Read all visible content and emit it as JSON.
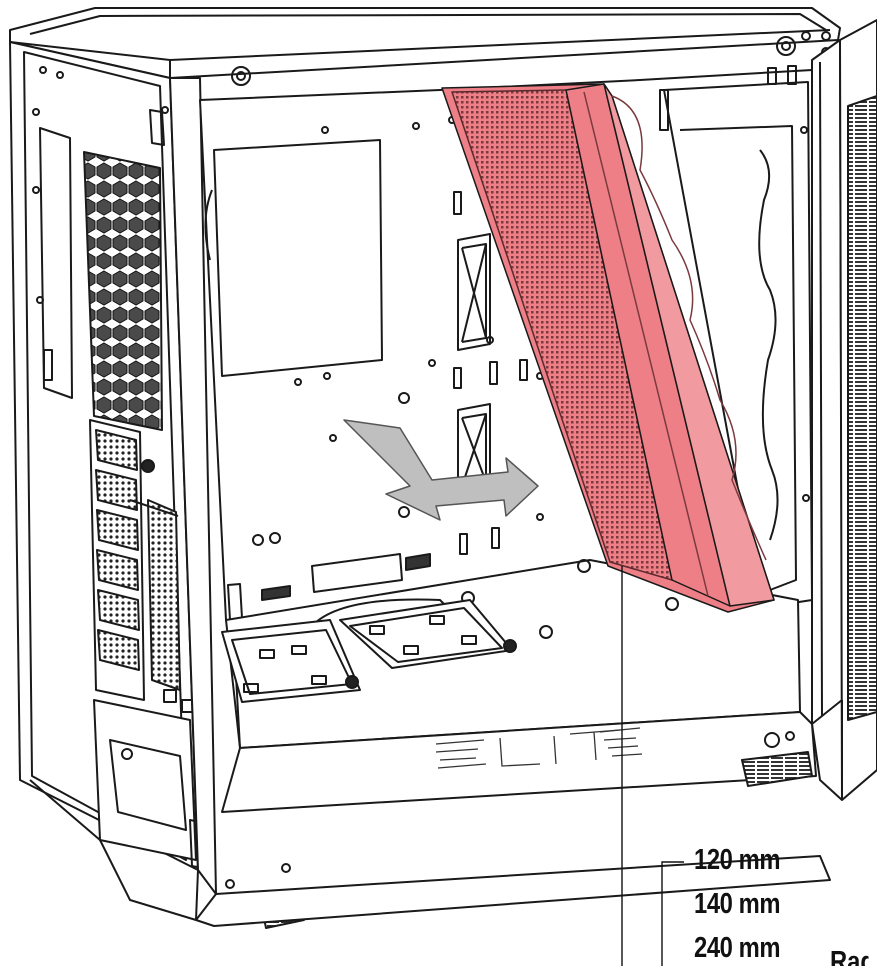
{
  "illustration": {
    "brand_logo": "ELITE",
    "highlight_color": "#ee7f86",
    "highlight_part": "radiator"
  },
  "callouts": {
    "sizes": [
      "120 mm",
      "140 mm",
      "240 mm"
    ],
    "cut_label": "Rad"
  }
}
